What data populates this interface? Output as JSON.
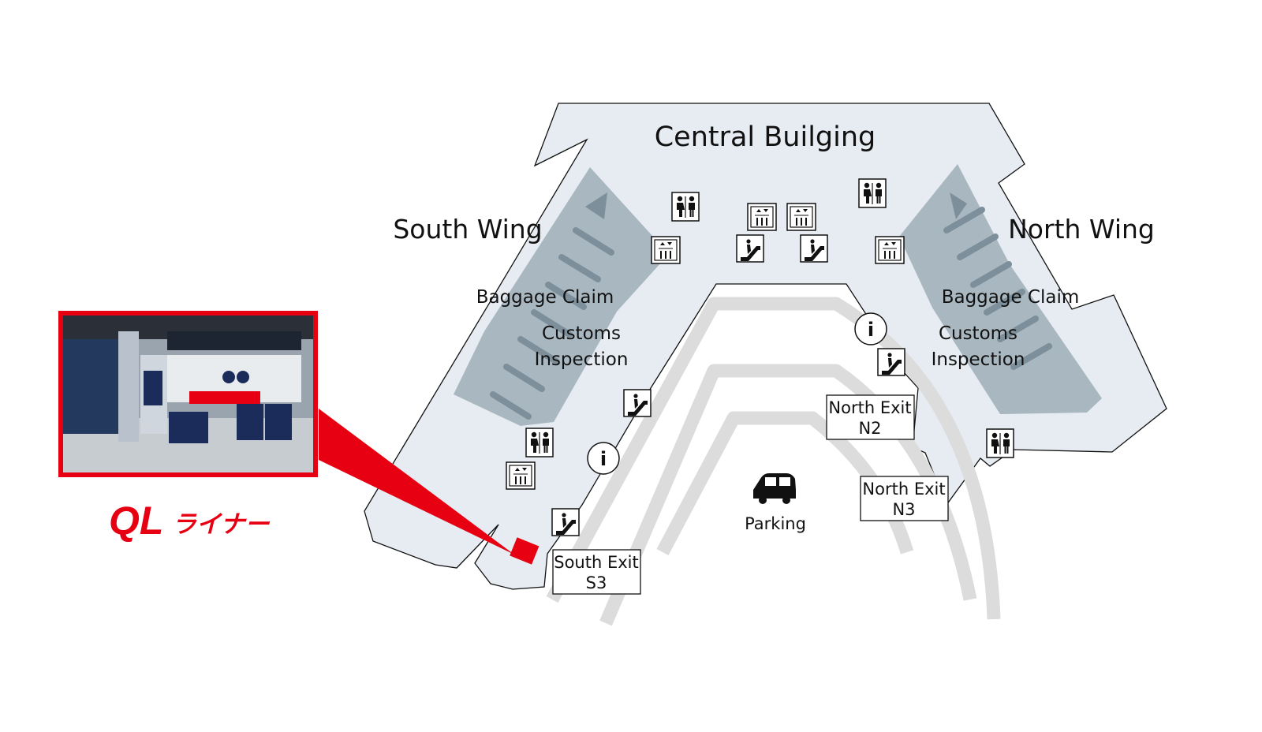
{
  "map": {
    "central_building": "Central Builging",
    "south_wing": "South Wing",
    "north_wing": "North Wing",
    "south_baggage_claim": "Baggage Claim",
    "south_customs_1": "Customs",
    "south_customs_2": "Inspection",
    "north_baggage_claim": "Baggage Claim",
    "north_customs_1": "Customs",
    "north_customs_2": "Inspection",
    "parking": "Parking",
    "exits": {
      "south_s3": {
        "line1": "South Exit",
        "line2": "S3"
      },
      "north_n2": {
        "line1": "North Exit",
        "line2": "N2"
      },
      "north_n3": {
        "line1": "North Exit",
        "line2": "N3"
      }
    },
    "info_glyph": "i"
  },
  "brand": {
    "logo_ql": "QL",
    "logo_kana": "ライナー",
    "highlight_color": "#e60012"
  },
  "colors": {
    "terminal_fill": "#e6ecf1",
    "baggage_area": "#a9b7c0",
    "road": "#dcdcdc",
    "outline": "#111111"
  },
  "icons": [
    "restroom-icon",
    "elevator-icon",
    "escalator-icon",
    "information-icon",
    "car-icon"
  ]
}
